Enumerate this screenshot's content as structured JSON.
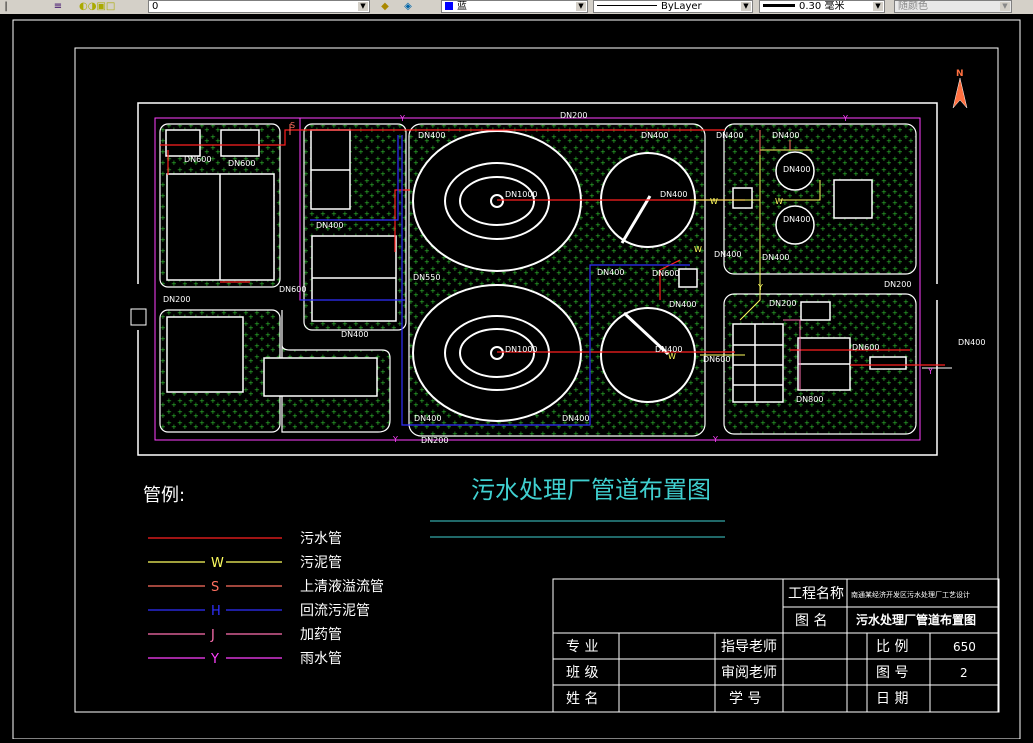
{
  "toolbar": {
    "layer_value": "0",
    "color_value": "蓝",
    "linetype_value": "ByLayer",
    "lineweight_value": "0.30 毫米",
    "plotstyle_value": "随颜色"
  },
  "drawing": {
    "title": "污水处理厂管道布置图",
    "legend_title": "管例:",
    "legend": [
      {
        "label": "污水管",
        "code": "",
        "color": "#ff2020"
      },
      {
        "label": "污泥管",
        "code": "W",
        "color": "#ffff60"
      },
      {
        "label": "上清液溢流管",
        "code": "S",
        "color": "#ff7060"
      },
      {
        "label": "回流污泥管",
        "code": "H",
        "color": "#3030ff"
      },
      {
        "label": "加药管",
        "code": "J",
        "color": "#ff70b0"
      },
      {
        "label": "雨水管",
        "code": "Y",
        "color": "#ff40ff"
      }
    ],
    "pipe_labels": {
      "dn200_top": "DN200",
      "dn600_a": "DN600",
      "dn600_b": "DN600",
      "dn400_a": "DN400",
      "dn400_b": "DN400",
      "dn400_c": "DN400",
      "dn400_d": "DN400",
      "dn400_e": "DN400",
      "dn1000_a": "DN1000",
      "dn1000_b": "DN1000",
      "dn400_f": "DN400",
      "dn400_g": "DN400",
      "dn400_h": "DN400",
      "dn400_i": "DN400",
      "dn400_j": "DN400",
      "dn550": "DN550",
      "dn600_c": "DN600",
      "dn200_left": "DN200",
      "dn400_k": "DN400",
      "dn400_l": "DN400",
      "dn600_d": "DN600",
      "dn400_m": "DN400",
      "dn400_n": "DN400",
      "dn400_o": "DN400",
      "dn400_p": "DN400",
      "dn200_mid": "DN200",
      "dn600_e": "DN600",
      "dn600_f": "DN600",
      "dn800": "DN800",
      "dn200_right": "DN200",
      "dn200_bottom": "DN200",
      "dn400_q": "DN400",
      "dn400_r": "DN400",
      "dn400_s": "DN400"
    },
    "title_block": {
      "project_label": "工程名称",
      "project_value": "南通某经济开发区污水处理厂工艺设计",
      "drawing_label": "图 名",
      "drawing_value": "污水处理厂管道布置图",
      "major_label": "专 业",
      "advisor_label": "指导老师",
      "scale_label": "比 例",
      "scale_value": "650",
      "class_label": "班 级",
      "reviewer_label": "审阅老师",
      "drawing_no_label": "图 号",
      "drawing_no_value": "2",
      "name_label": "姓 名",
      "student_no_label": "学 号",
      "date_label": "日 期"
    },
    "north_label": "N"
  }
}
